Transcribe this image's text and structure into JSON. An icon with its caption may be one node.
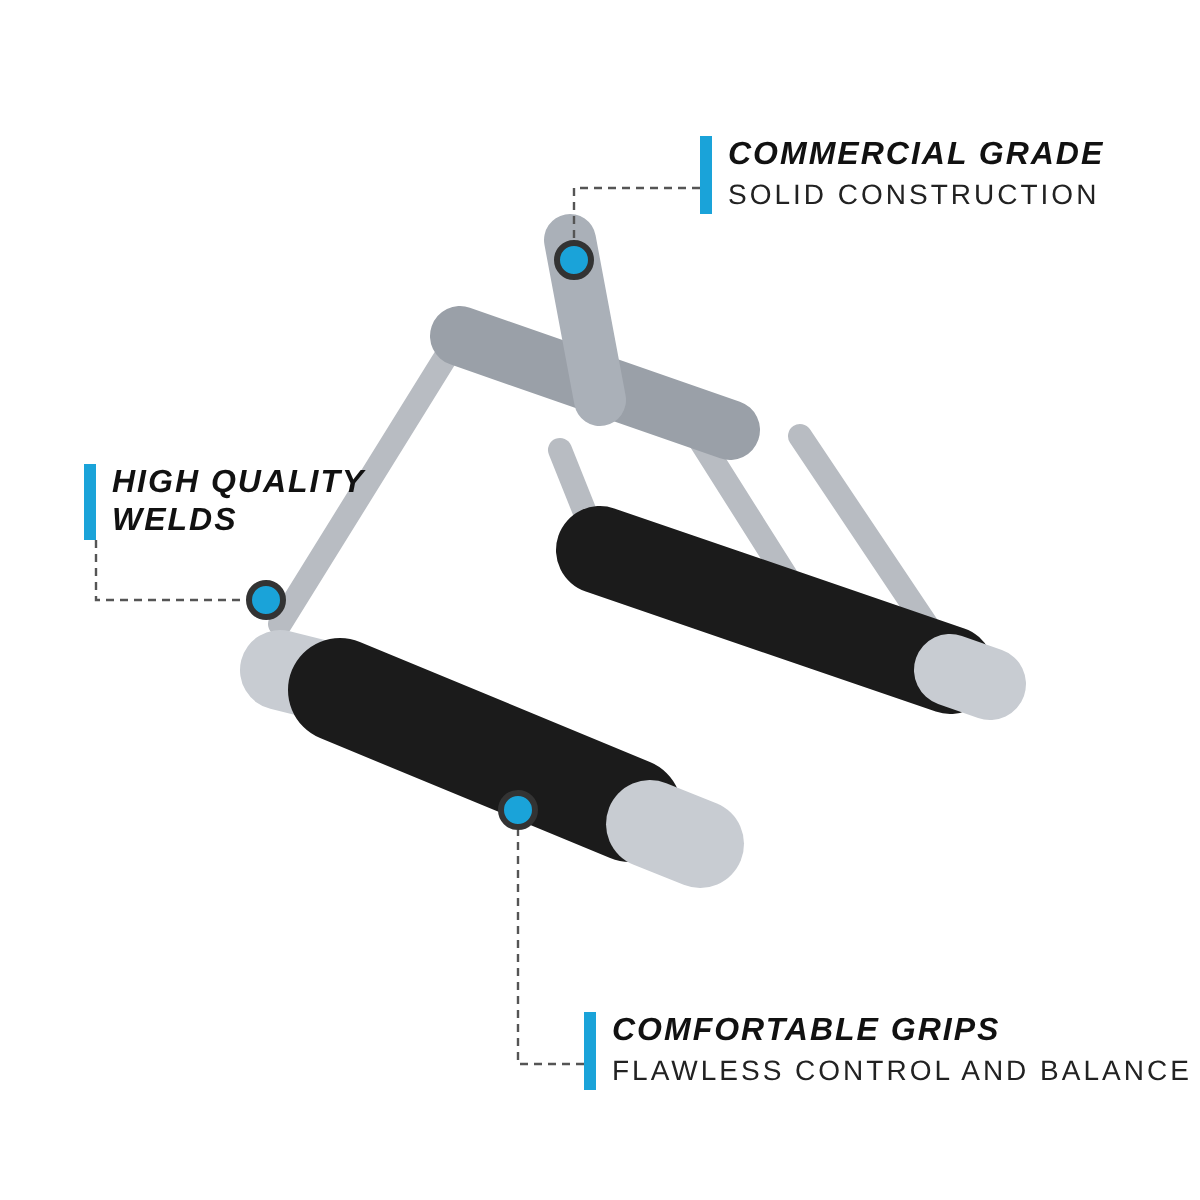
{
  "diagram": {
    "nodes": [
      {
        "text": [
          "COMMERCIAL GRADE",
          "SOLID CONSTRUCTION"
        ]
      },
      {
        "text": [
          "HIGH QUALITY WELDS"
        ]
      },
      {
        "text": [
          "COMFORTABLE GRIPS",
          "FLAWLESS CONTROL AND BALANCE"
        ]
      },
      {
        "text": [],
        "shape": "picture"
      },
      {
        "text": [],
        "shape": "circle",
        "in": 3
      },
      {
        "text": [],
        "shape": "circle",
        "in": 3
      },
      {
        "text": [],
        "shape": "circle",
        "in": 3
      }
    ],
    "edges": [
      {
        "from": 0,
        "to": 4,
        "arrow": "none",
        "style": "dashed"
      },
      {
        "from": 1,
        "to": 5,
        "arrow": "none",
        "style": "dashed"
      },
      {
        "from": 2,
        "to": 6,
        "arrow": "none",
        "style": "dashed"
      }
    ]
  }
}
